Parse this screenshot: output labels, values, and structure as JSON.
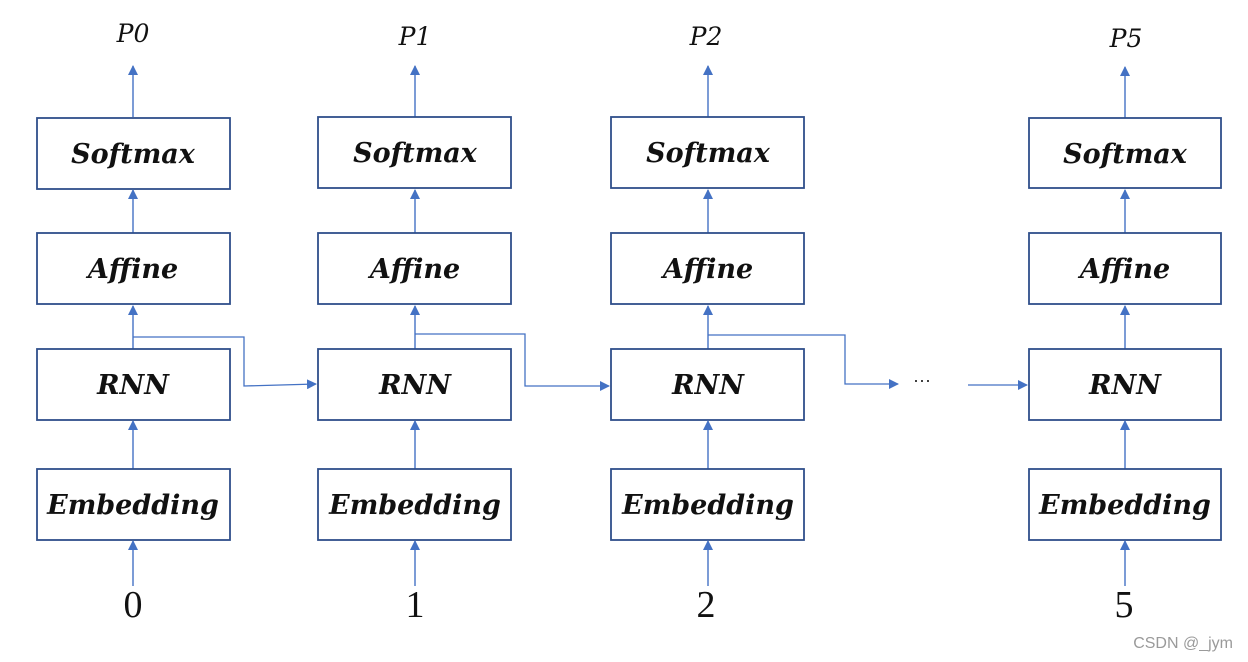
{
  "columns": [
    {
      "output": "P0",
      "layers": {
        "softmax": "Softmax",
        "affine": "Affine",
        "rnn": "RNN",
        "embedding": "Embedding"
      },
      "input": "0"
    },
    {
      "output": "P1",
      "layers": {
        "softmax": "Softmax",
        "affine": "Affine",
        "rnn": "RNN",
        "embedding": "Embedding"
      },
      "input": "1"
    },
    {
      "output": "P2",
      "layers": {
        "softmax": "Softmax",
        "affine": "Affine",
        "rnn": "RNN",
        "embedding": "Embedding"
      },
      "input": "2"
    },
    {
      "output": "P5",
      "layers": {
        "softmax": "Softmax",
        "affine": "Affine",
        "rnn": "RNN",
        "embedding": "Embedding"
      },
      "input": "5"
    }
  ],
  "ellipsis": "···",
  "watermark": "CSDN @_jym",
  "colors": {
    "box_border": "#2f4f8a",
    "arrow": "#4472c4",
    "text": "#111111"
  }
}
